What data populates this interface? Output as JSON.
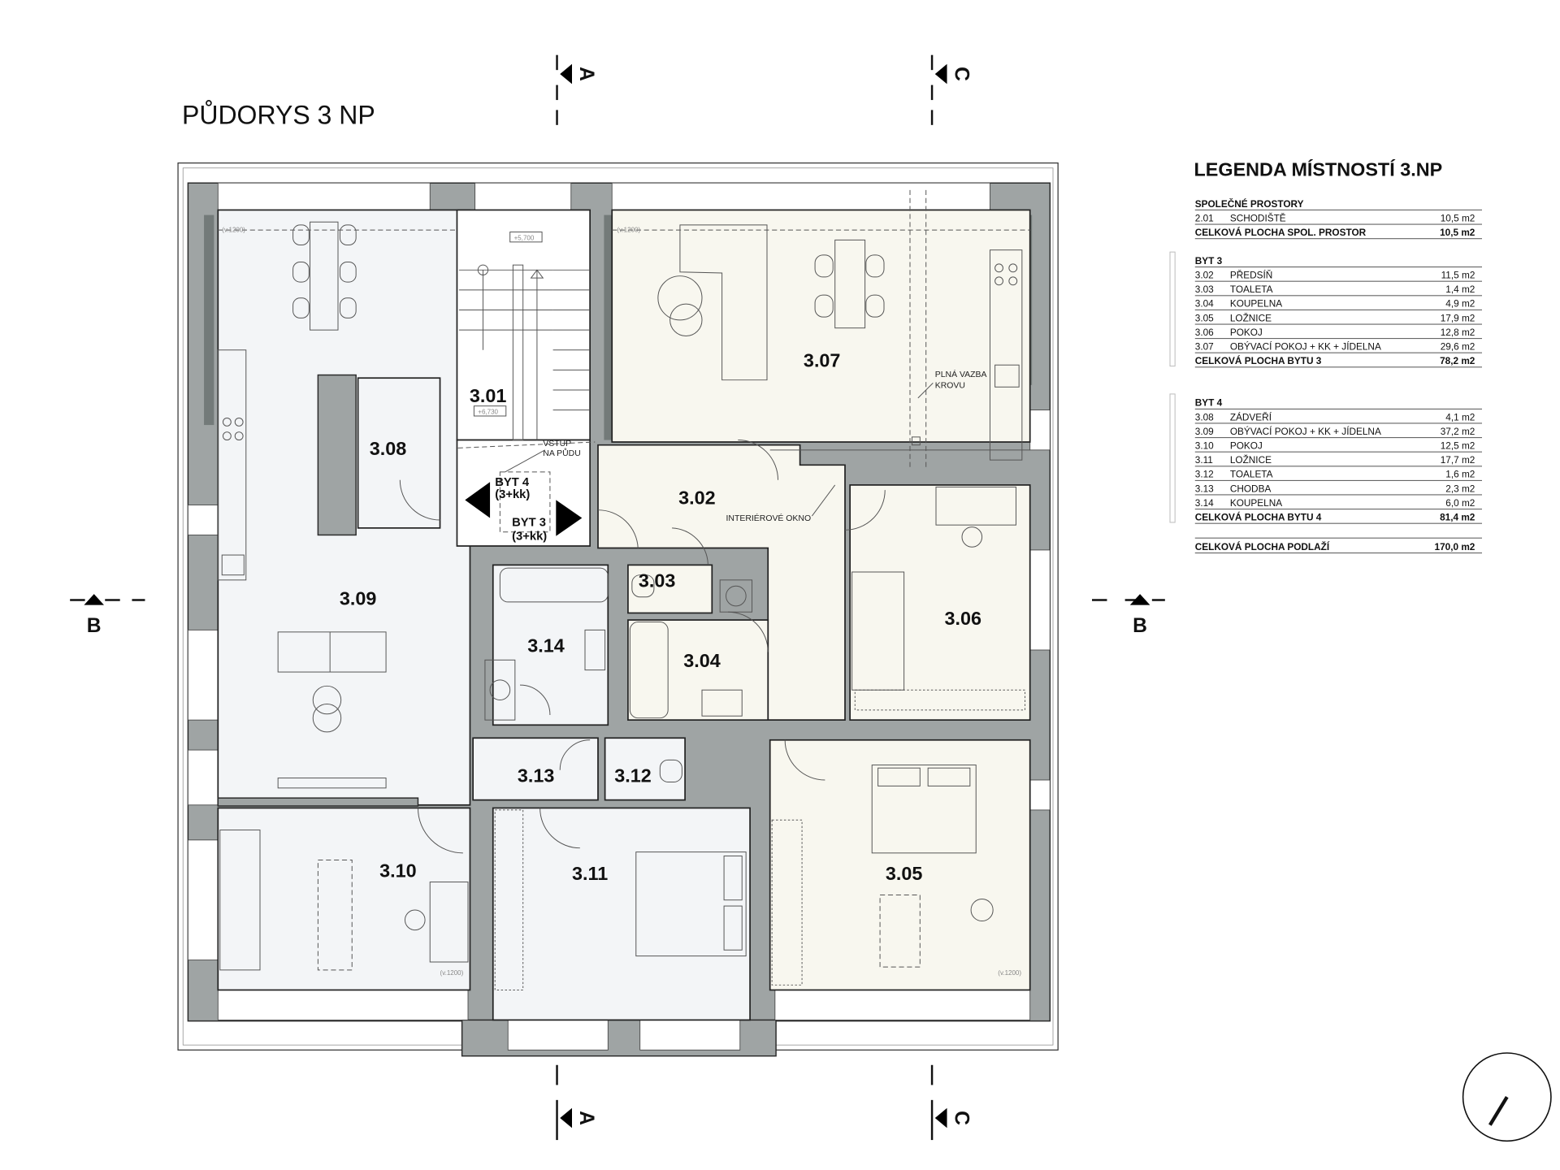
{
  "title": "PŮDORYS 3 NP",
  "sections": {
    "a": "A",
    "b": "B",
    "c": "C"
  },
  "rooms": {
    "r301": "3.01",
    "r302": "3.02",
    "r303": "3.03",
    "r304": "3.04",
    "r305": "3.05",
    "r306": "3.06",
    "r307": "3.07",
    "r308": "3.08",
    "r309": "3.09",
    "r310": "3.10",
    "r311": "3.11",
    "r312": "3.12",
    "r313": "3.13",
    "r314": "3.14"
  },
  "annotations": {
    "level_top": "+5,700",
    "level_landing": "+6,730",
    "attic_entry_1": "VSTUP",
    "attic_entry_2": "NA PŮDU",
    "flat4_1": "BYT 4",
    "flat4_2": "(3+kk)",
    "flat3_1": "BYT 3",
    "flat3_2": "(3+kk)",
    "interior_window": "INTERIÉROVÉ OKNO",
    "truss_1": "PLNÁ VAZBA",
    "truss_2": "KROVU",
    "sill_height": "(v.1200)"
  },
  "legend": {
    "title": "LEGENDA MÍSTNOSTÍ 3.NP",
    "groups": [
      {
        "heading": "SPOLEČNÉ PROSTORY",
        "rows": [
          {
            "code": "2.01",
            "name": "SCHODIŠTĚ",
            "area": "10,5 m2"
          }
        ],
        "total_label": "CELKOVÁ PLOCHA SPOL. PROSTOR",
        "total": "10,5 m2"
      },
      {
        "heading": "BYT 3",
        "rows": [
          {
            "code": "3.02",
            "name": "PŘEDSÍŇ",
            "area": "11,5 m2"
          },
          {
            "code": "3.03",
            "name": "TOALETA",
            "area": "1,4 m2"
          },
          {
            "code": "3.04",
            "name": "KOUPELNA",
            "area": "4,9 m2"
          },
          {
            "code": "3.05",
            "name": "LOŽNICE",
            "area": "17,9 m2"
          },
          {
            "code": "3.06",
            "name": "POKOJ",
            "area": "12,8 m2"
          },
          {
            "code": "3.07",
            "name": "OBÝVACÍ POKOJ + KK + JÍDELNA",
            "area": "29,6 m2"
          }
        ],
        "total_label": "CELKOVÁ PLOCHA BYTU 3",
        "total": "78,2 m2"
      },
      {
        "heading": "BYT 4",
        "rows": [
          {
            "code": "3.08",
            "name": "ZÁDVEŘÍ",
            "area": "4,1 m2"
          },
          {
            "code": "3.09",
            "name": "OBÝVACÍ POKOJ + KK + JÍDELNA",
            "area": "37,2 m2"
          },
          {
            "code": "3.10",
            "name": "POKOJ",
            "area": "12,5 m2"
          },
          {
            "code": "3.11",
            "name": "LOŽNICE",
            "area": "17,7 m2"
          },
          {
            "code": "3.12",
            "name": "TOALETA",
            "area": "1,6 m2"
          },
          {
            "code": "3.13",
            "name": "CHODBA",
            "area": "2,3 m2"
          },
          {
            "code": "3.14",
            "name": "KOUPELNA",
            "area": "6,0 m2"
          }
        ],
        "total_label": "CELKOVÁ PLOCHA BYTU 4",
        "total": "81,4 m2"
      }
    ],
    "floor_total_label": "CELKOVÁ PLOCHA PODLAŽÍ",
    "floor_total": "170,0 m2"
  }
}
